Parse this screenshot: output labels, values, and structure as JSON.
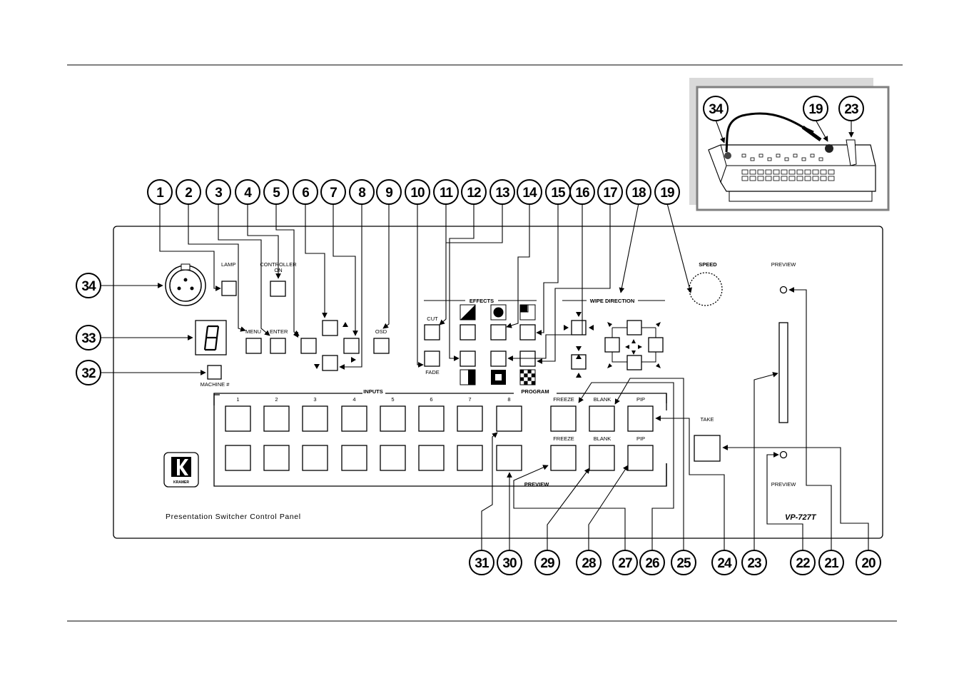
{
  "callouts_top": [
    "1",
    "2",
    "3",
    "4",
    "5",
    "6",
    "7",
    "8",
    "9",
    "10",
    "11",
    "12",
    "13",
    "14",
    "15",
    "16",
    "17",
    "18",
    "19"
  ],
  "callouts_left": [
    "34",
    "33",
    "32"
  ],
  "callouts_bottom": [
    "31",
    "30",
    "29",
    "28",
    "27",
    "26",
    "25",
    "24",
    "23",
    "22",
    "21",
    "20"
  ],
  "inset_callouts": [
    "34",
    "19",
    "23"
  ],
  "labels": {
    "lamp": "LAMP",
    "controller_on_1": "CONTROLLER",
    "controller_on_2": "ON",
    "menu": "MENU",
    "enter": "ENTER",
    "osd": "OSD",
    "machine": "MACHINE #",
    "effects": "EFFECTS",
    "cut": "CUT",
    "fade": "FADE",
    "wipe_direction": "WIPE DIRECTION",
    "speed": "SPEED",
    "preview_top": "PREVIEW",
    "preview_bottom": "PREVIEW",
    "inputs": "INPUTS",
    "program": "PROGRAM",
    "preview_row": "PREVIEW",
    "take": "TAKE",
    "freeze": "FREEZE",
    "blank": "BLANK",
    "pip": "PIP",
    "panel_title": "Presentation Switcher Control Panel",
    "model": "VP-727T",
    "brand": "KRAMER"
  },
  "input_numbers": [
    "1",
    "2",
    "3",
    "4",
    "5",
    "6",
    "7",
    "8"
  ],
  "colors": {
    "line": "#000000",
    "callout_fill": "#ffffff",
    "inset_shadow": "#d9d9d9"
  }
}
